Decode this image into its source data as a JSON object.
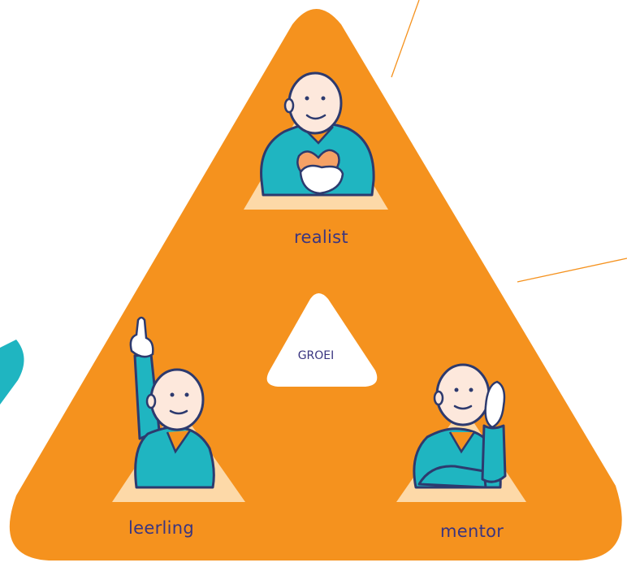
{
  "diagram": {
    "center_label": "GROEI",
    "roles": [
      {
        "label": "realist"
      },
      {
        "label": "leerling"
      },
      {
        "label": "mentor"
      }
    ]
  },
  "colors": {
    "triangle": "#f5921e",
    "inner_triangle": "#fdd9a8",
    "teal": "#1fb5c1",
    "outline": "#2d3a6e",
    "text": "#3a3580",
    "line": "#f5921e"
  }
}
